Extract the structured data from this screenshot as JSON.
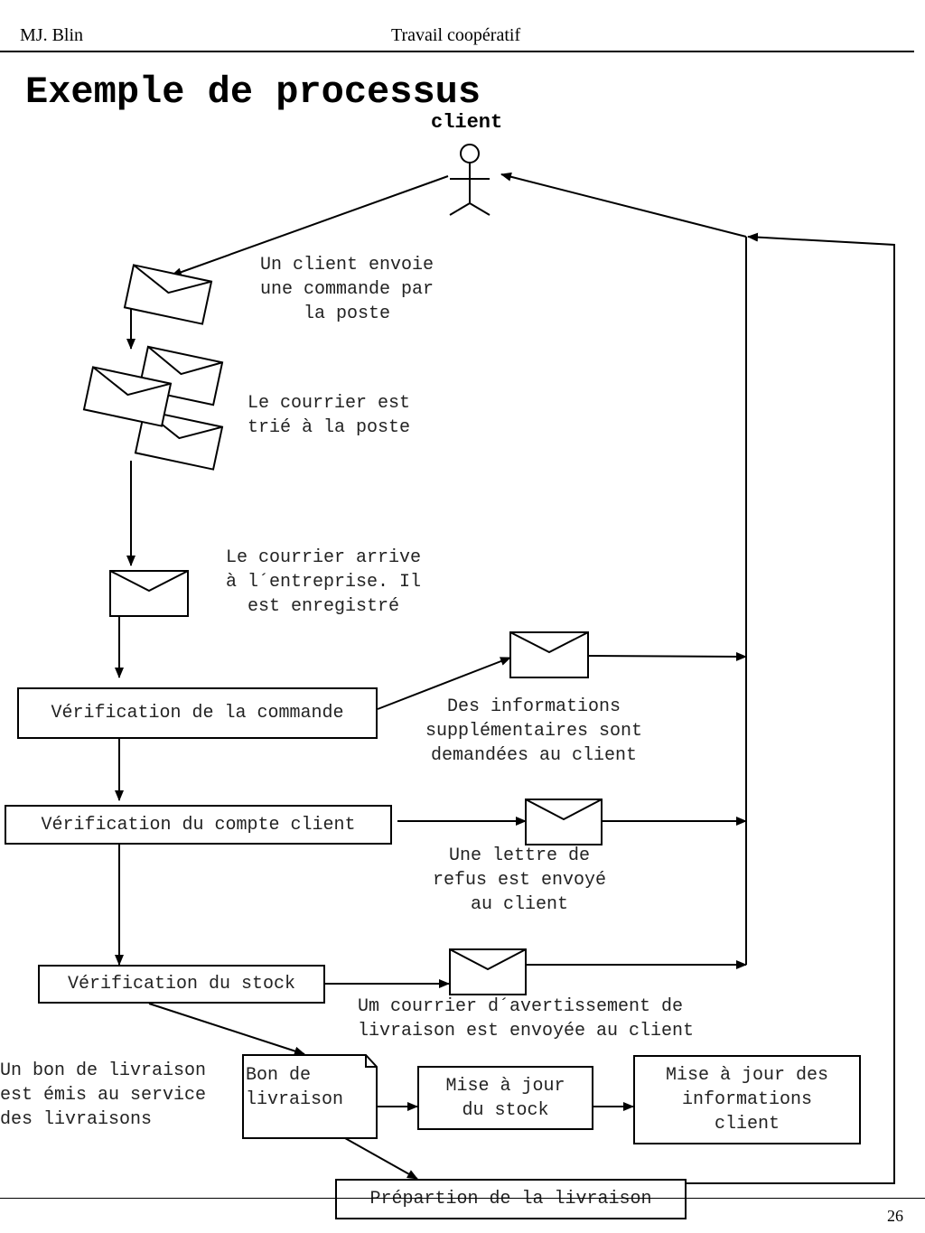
{
  "header": {
    "author": "MJ. Blin",
    "title": "Travail coopératif"
  },
  "slide_title": "Exemple de processus",
  "actor": {
    "label": "client",
    "icon": "stick-figure-actor"
  },
  "steps": {
    "step1": "Un client envoie\nune commande par\nla poste",
    "step2": "Le courrier est\ntrié à la poste",
    "step3": "Le courrier arrive\nà l´entreprise. Il\nest enregistré"
  },
  "boxes": {
    "verif_commande": "Vérification de la commande",
    "verif_compte": "Vérification du compte client",
    "verif_stock": "Vérification du stock",
    "bon_livraison": "Bon de\nlivraison",
    "mise_a_jour_stock": "Mise à jour\ndu stock",
    "mise_a_jour_info": "Mise à jour des\ninformations\nclient",
    "preparation": "Prépartion de la livraison"
  },
  "notes": {
    "info_supp": "Des informations\nsupplémentaires sont\ndemandées au client",
    "lettre_refus": "Une lettre de\nrefus est envoyé\nau client",
    "avertissement": "Um courrier d´avertissement de\nlivraison est envoyée au client",
    "bon_emis": "Un bon de livraison\nest émis au service\ndes livraisons"
  },
  "page_number": "26"
}
